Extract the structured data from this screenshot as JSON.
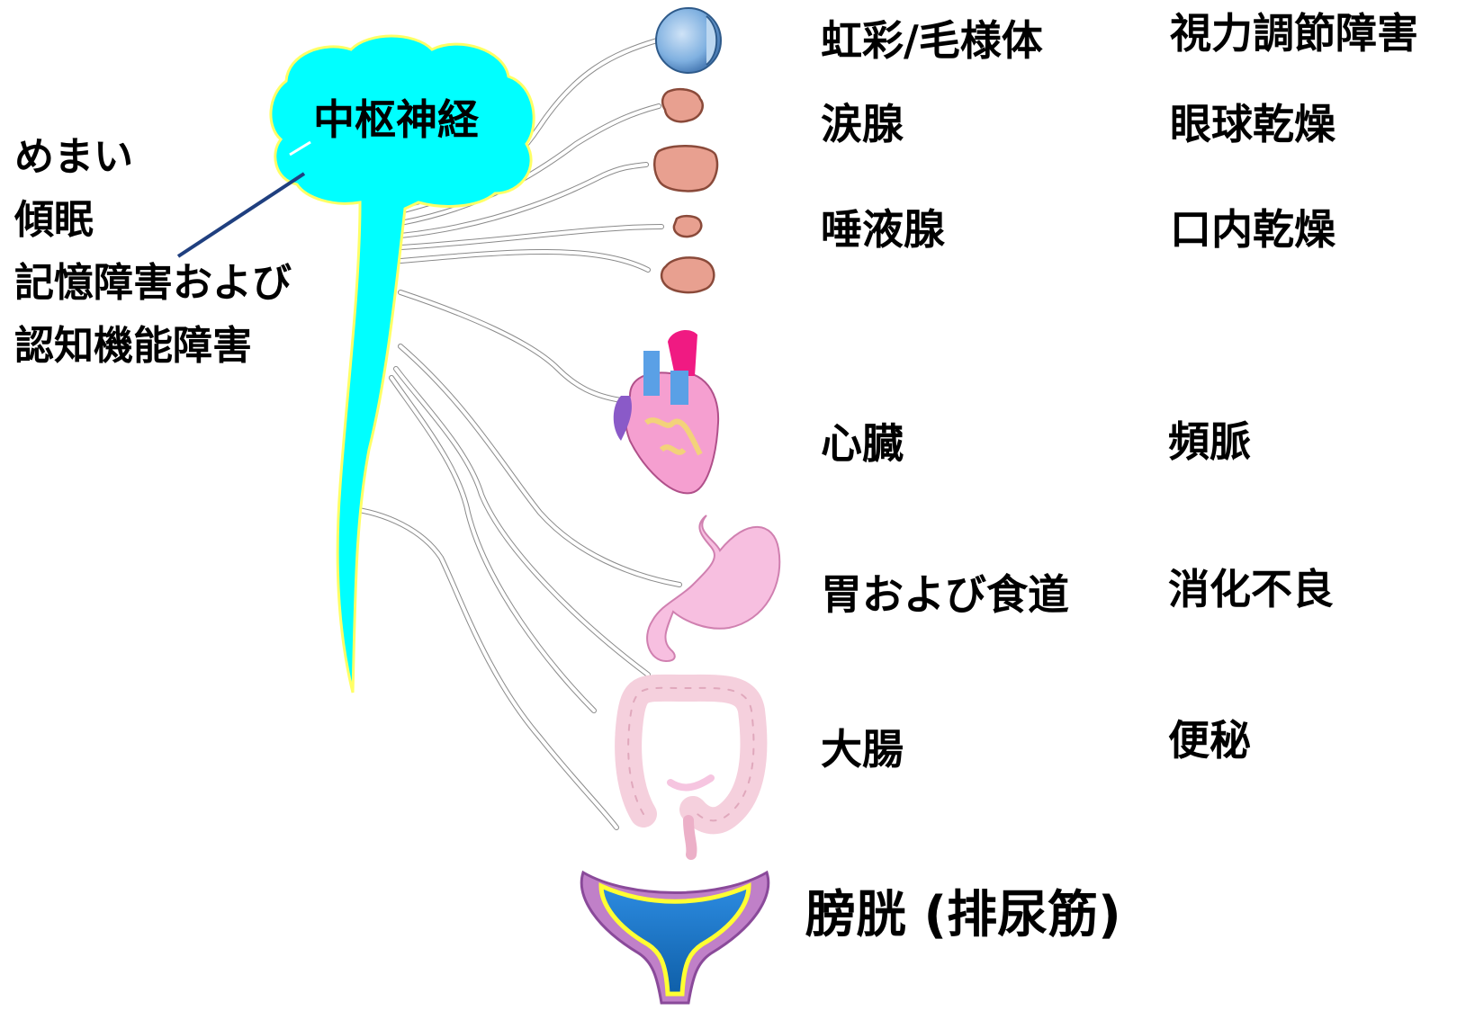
{
  "cns": {
    "label": "中枢神経",
    "symptoms": [
      "めまい",
      "傾眠",
      "記憶障害および",
      "認知機能障害"
    ]
  },
  "organs": [
    {
      "id": "iris",
      "label": "虹彩/毛様体",
      "symptom": "視力調節障害"
    },
    {
      "id": "lacrimal",
      "label": "涙腺",
      "symptom": "眼球乾燥"
    },
    {
      "id": "salivary",
      "label": "唾液腺",
      "symptom": "口内乾燥"
    },
    {
      "id": "heart",
      "label": "心臓",
      "symptom": "頻脈"
    },
    {
      "id": "stomach",
      "label": "胃および食道",
      "symptom": "消化不良"
    },
    {
      "id": "colon",
      "label": "大腸",
      "symptom": "便秘"
    },
    {
      "id": "bladder",
      "label": "膀胱 (排尿筋)",
      "symptom": ""
    }
  ],
  "colors": {
    "brain": "#00ffff",
    "brain_outline": "#ffff66",
    "nerve": "#999999",
    "pointer": "#1f3f7f",
    "gland": "#e8a090",
    "heart": "#f59fd0",
    "stomach": "#f7bfe0",
    "colon": "#f5d0dd",
    "bladder_outer": "#c080c8",
    "bladder_inner": "#1b78c8"
  }
}
